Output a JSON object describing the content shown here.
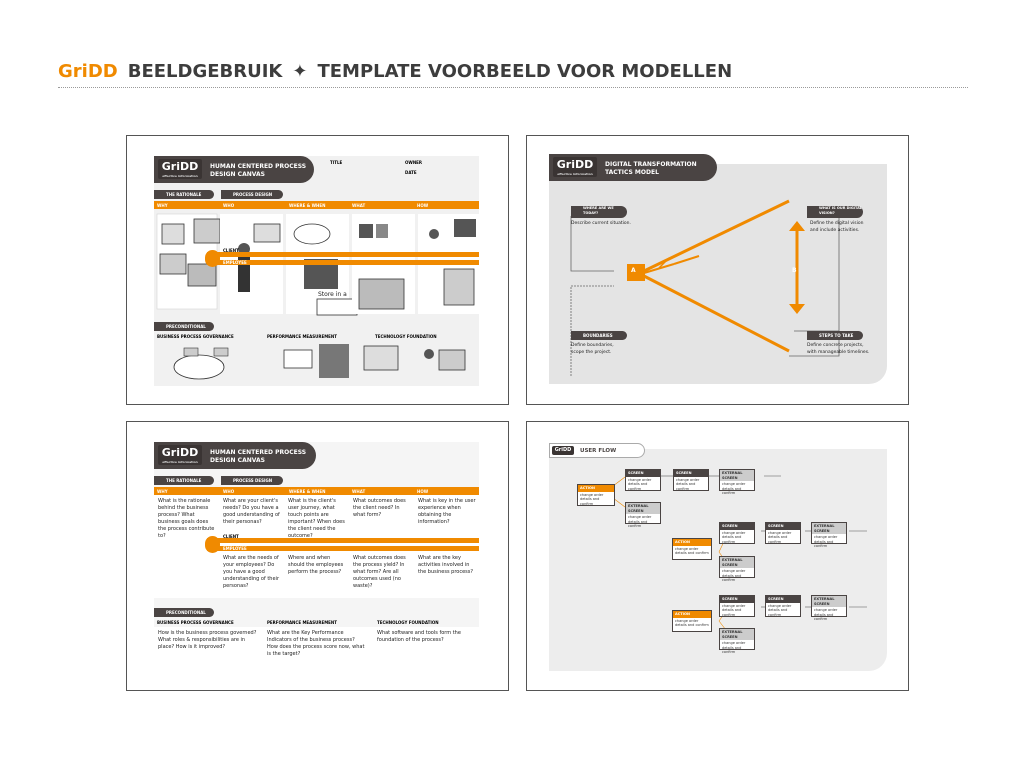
{
  "header": {
    "brand": "GriDD",
    "title_left": "BEELDGEBRUIK",
    "separator": "✦",
    "title_right": "TEMPLATE VOORBEELD VOOR MODELLEN"
  },
  "colors": {
    "accent": "#f08a00",
    "dark": "#4a4443",
    "panel_bg": "#e4e4e4"
  },
  "logo": {
    "name": "GriDD",
    "tagline": "effective information"
  },
  "panel1": {
    "title_line1": "HUMAN CENTERED PROCESS",
    "title_line2": "DESIGN CANVAS",
    "meta": [
      "TITLE",
      "OWNER",
      "DATE"
    ],
    "sec1": "THE RATIONALE",
    "sec2": "PROCESS DESIGN",
    "cols": [
      "WHY",
      "WHO",
      "WHERE & WHEN",
      "WHAT",
      "HOW"
    ],
    "client": "CLIENT",
    "employee": "EMPLOYEE",
    "sketch_text": "Store in a",
    "sec3": "PRECONDITIONAL",
    "bottom_cols": [
      "BUSINESS PROCESS GOVERNANCE",
      "PERFORMANCE MEASUREMENT",
      "TECHNOLOGY FOUNDATION"
    ]
  },
  "panel2": {
    "title_line1": "DIGITAL TRANSFORMATION",
    "title_line2": "TACTICS MODEL",
    "where_label": "WHERE ARE WE TODAY?",
    "where_text": "Describe current situation.",
    "vision_label": "WHAT IS OUR DIGITAL VISION?",
    "vision_text1": "Define the digital vision",
    "vision_text2": "and include activities.",
    "bound_label": "BOUNDARIES",
    "bound_text1": "Define boundaries,",
    "bound_text2": "scope the project.",
    "steps_label": "STEPS TO TAKE",
    "steps_text1": "Define concrete projects,",
    "steps_text2": "with manageable timelines.",
    "point_a": "A",
    "point_b": "B"
  },
  "panel3": {
    "title_line1": "HUMAN CENTERED PROCESS",
    "title_line2": "DESIGN CANVAS",
    "sec1": "THE RATIONALE",
    "sec2": "PROCESS DESIGN",
    "cols": [
      "WHY",
      "WHO",
      "WHERE & WHEN",
      "WHAT",
      "HOW"
    ],
    "why_text": "What is the rationale behind the business process? What business goals does the process contribute to?",
    "client_row": [
      "What are your client's needs? Do you have a good understanding of their personas?",
      "What is the client's user journey, what touch points are important? When does the client need the outcome?",
      "What outcomes does the client need? In what form?",
      "What is key in the user experience when obtaining the information?"
    ],
    "employee_row": [
      "What are the needs of your employees? Do you have a good understanding of their personas?",
      "Where and when should the employees perform the process?",
      "What outcomes does the process yield? In what form? Are all outcomes used (no waste)?",
      "What are the key activities involved in the business process?"
    ],
    "client": "CLIENT",
    "employee": "EMPLOYEE",
    "sec3": "PRECONDITIONAL",
    "bottom_cols": [
      "BUSINESS PROCESS GOVERNANCE",
      "PERFORMANCE MEASUREMENT",
      "TECHNOLOGY FOUNDATION"
    ],
    "bottom_texts": [
      "How is the business process governed? What roles & responsibilities are in place? How is it improved?",
      "What are the Key Performance Indicators of the business process? How does the process score now, what is the target?",
      "What software and tools form the foundation of the process?"
    ]
  },
  "panel4": {
    "title": "USER FLOW",
    "action": "ACTION",
    "screen": "SCREEN",
    "external": "EXTERNAL SCREEN",
    "box_text": "change order details and confirm"
  }
}
